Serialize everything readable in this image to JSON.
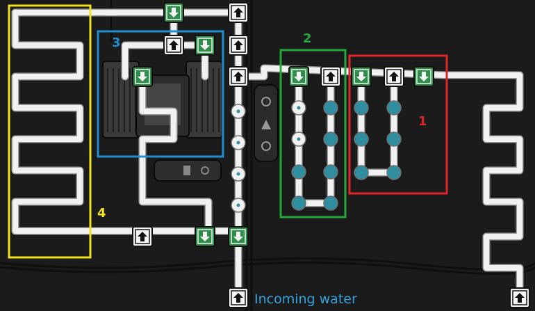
{
  "labels": {
    "zone_1": "1",
    "zone_2": "2",
    "zone_3": "3",
    "zone_4": "4",
    "incoming_water": "Incoming water"
  },
  "colors": {
    "background": "#1b1b1b",
    "pipe": "#f1f1f1",
    "pipe_outline": "#9e9e9e",
    "valve_green": "#2f8f4a",
    "valve_white": "#f4f4f4",
    "contents_teal": "#2f8fa0",
    "zone_1_box": "#e0242a",
    "zone_2_box": "#22a83a",
    "zone_3_box": "#1f8fd4",
    "zone_4_box": "#f2e21e",
    "caption_text": "#33a3dd"
  },
  "icons": {
    "output_port": "arrow-down-icon",
    "input_port": "arrow-up-icon",
    "machine": "tank-machine-icon"
  }
}
